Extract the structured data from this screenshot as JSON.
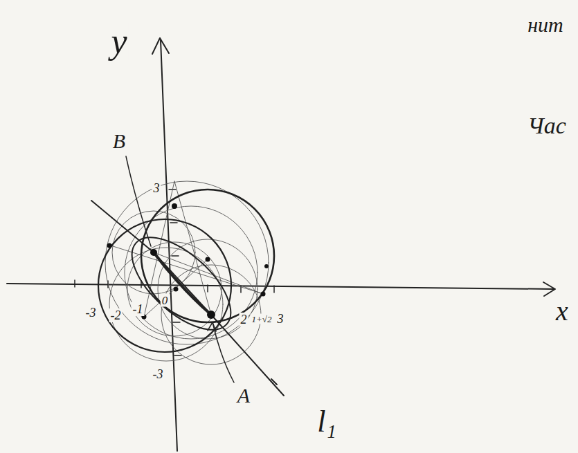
{
  "diagram": {
    "labels": [
      "y",
      "x",
      "B",
      "A",
      "l₁",
      "3",
      "-3",
      "-2",
      "-1",
      "0",
      "2",
      "1+√2",
      "3",
      "-3",
      "нит",
      "Час"
    ]
  }
}
